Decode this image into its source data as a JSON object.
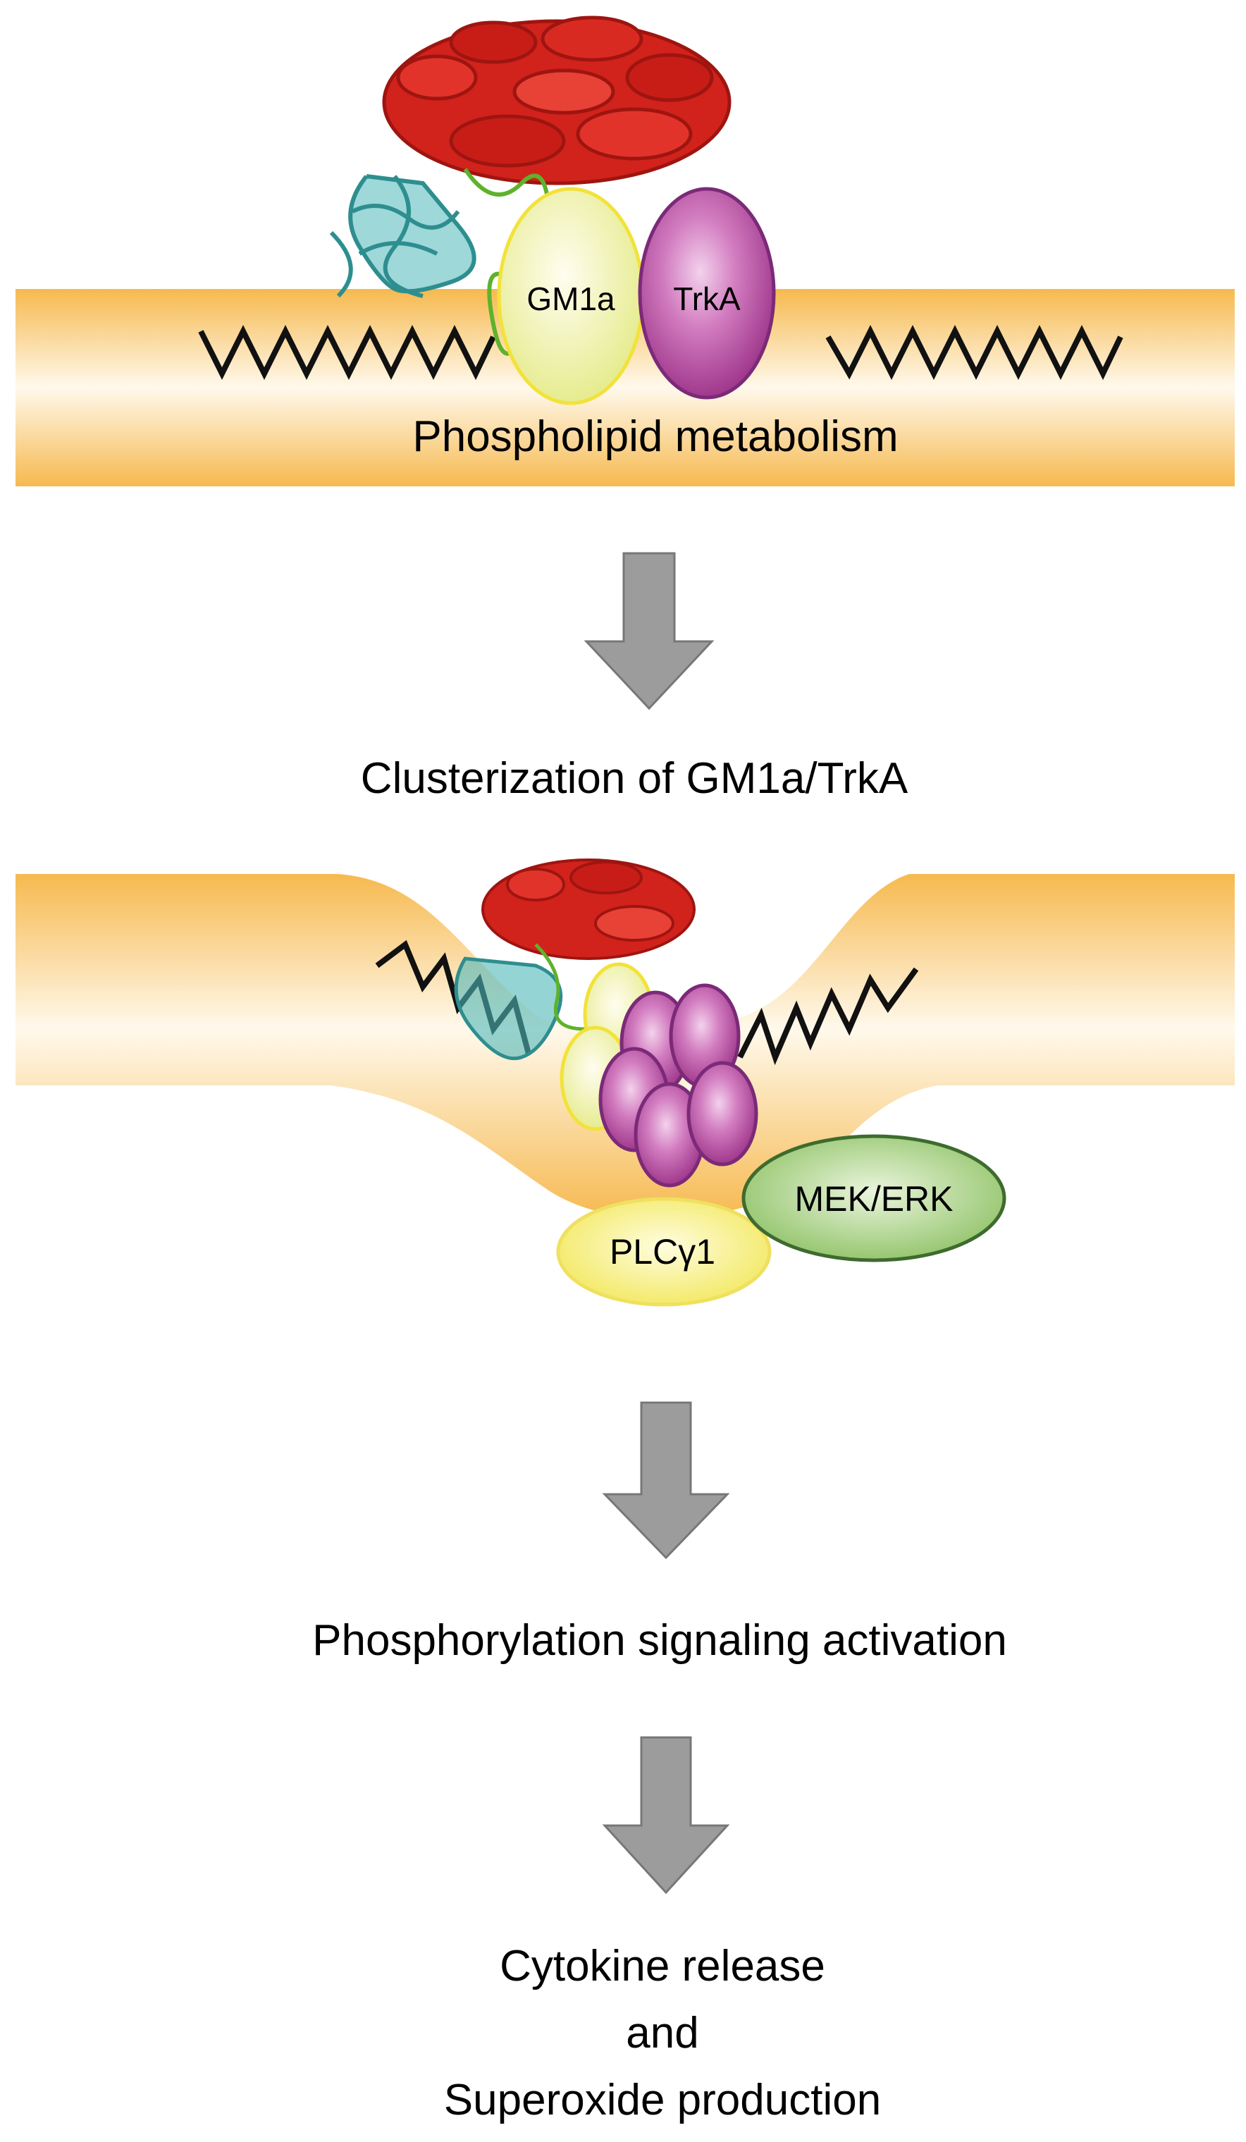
{
  "membrane_top": {
    "gm1a_label": "GM1a",
    "trka_label": "TrkA",
    "membrane_label": "Phospholipid metabolism"
  },
  "step1": {
    "label": "Clusterization of GM1a/TrkA"
  },
  "membrane_bottom": {
    "plc_label": "PLCγ1",
    "mek_erk_label": "MEK/ERK"
  },
  "step2": {
    "label": "Phosphorylation signaling activation"
  },
  "step3": {
    "line1": "Cytokine release",
    "line2": "and",
    "line3": "Superoxide production"
  },
  "colors": {
    "membrane_orange": "#f6b94f",
    "membrane_light": "#fff9ec",
    "gm1a_fill": "#e3eb9c",
    "gm1a_stroke": "#f2e23a",
    "trka_fill": "#c354a8",
    "trka_stroke": "#7b2a78",
    "enzyme_red": "#d2221c",
    "enzyme_teal": "#3aa7a8",
    "linker_green": "#5eb22c",
    "mek_erk_fill": "#a8cf7e",
    "mek_erk_stroke": "#3e6b2e",
    "plc_fill": "#f5ef7a",
    "arrow_gray": "#9c9c9c"
  }
}
